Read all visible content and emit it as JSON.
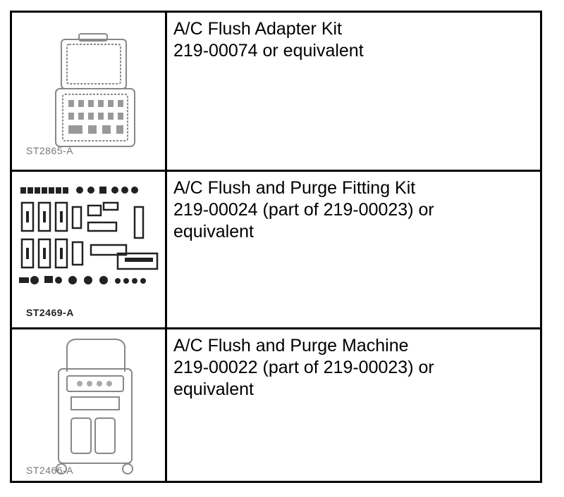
{
  "tools": [
    {
      "name": "A/C Flush Adapter Kit",
      "lines": [
        "219-00074 or equivalent"
      ],
      "illustration_code": "ST2865-A"
    },
    {
      "name": "A/C Flush and Purge Fitting Kit",
      "lines": [
        "219-00024 (part of 219-00023) or",
        "equivalent"
      ],
      "illustration_code": "ST2469-A"
    },
    {
      "name": "A/C Flush and Purge Machine",
      "lines": [
        "219-00022 (part of 219-00023) or",
        "equivalent"
      ],
      "illustration_code": "ST2466-A"
    }
  ]
}
